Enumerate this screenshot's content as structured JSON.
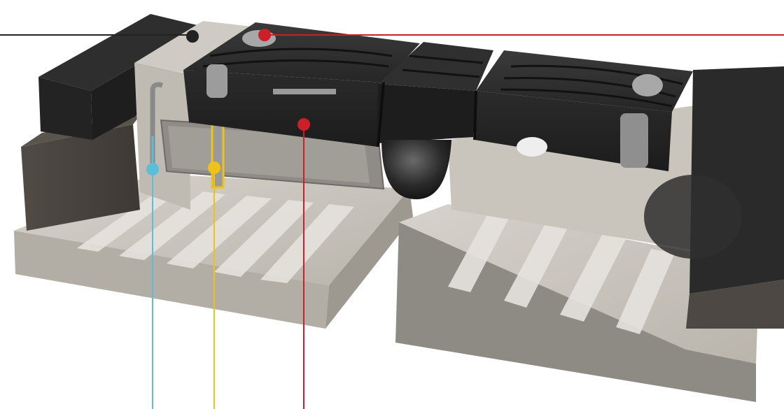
{
  "diagram": {
    "subject": "expansion-joint-cutaway",
    "colors": {
      "background": "#ffffff",
      "concrete_light": "#d3cfc8",
      "concrete_mid": "#bdb8b0",
      "concrete_dark": "#8f8a84",
      "concrete_side": "#a39e96",
      "rubber_profile": "#2a2a2a",
      "rubber_profile_top": "#343434",
      "rubber_groove": "#151515",
      "nosing_block": "#262626",
      "mortar_bed": "#4a4541",
      "cap_grey": "#a8a8a8",
      "callout_black": "#222222",
      "callout_red": "#cc1f2a",
      "callout_blue": "#5bbfdc",
      "callout_yellow": "#efc21a"
    },
    "callouts": [
      {
        "id": "nosing-material",
        "color_key": "callout_black"
      },
      {
        "id": "rubber-profile",
        "color_key": "callout_red"
      },
      {
        "id": "anchor-rebar",
        "color_key": "callout_blue"
      },
      {
        "id": "anchor-bolt",
        "color_key": "callout_yellow"
      },
      {
        "id": "center-seal",
        "color_key": "callout_red"
      }
    ]
  }
}
